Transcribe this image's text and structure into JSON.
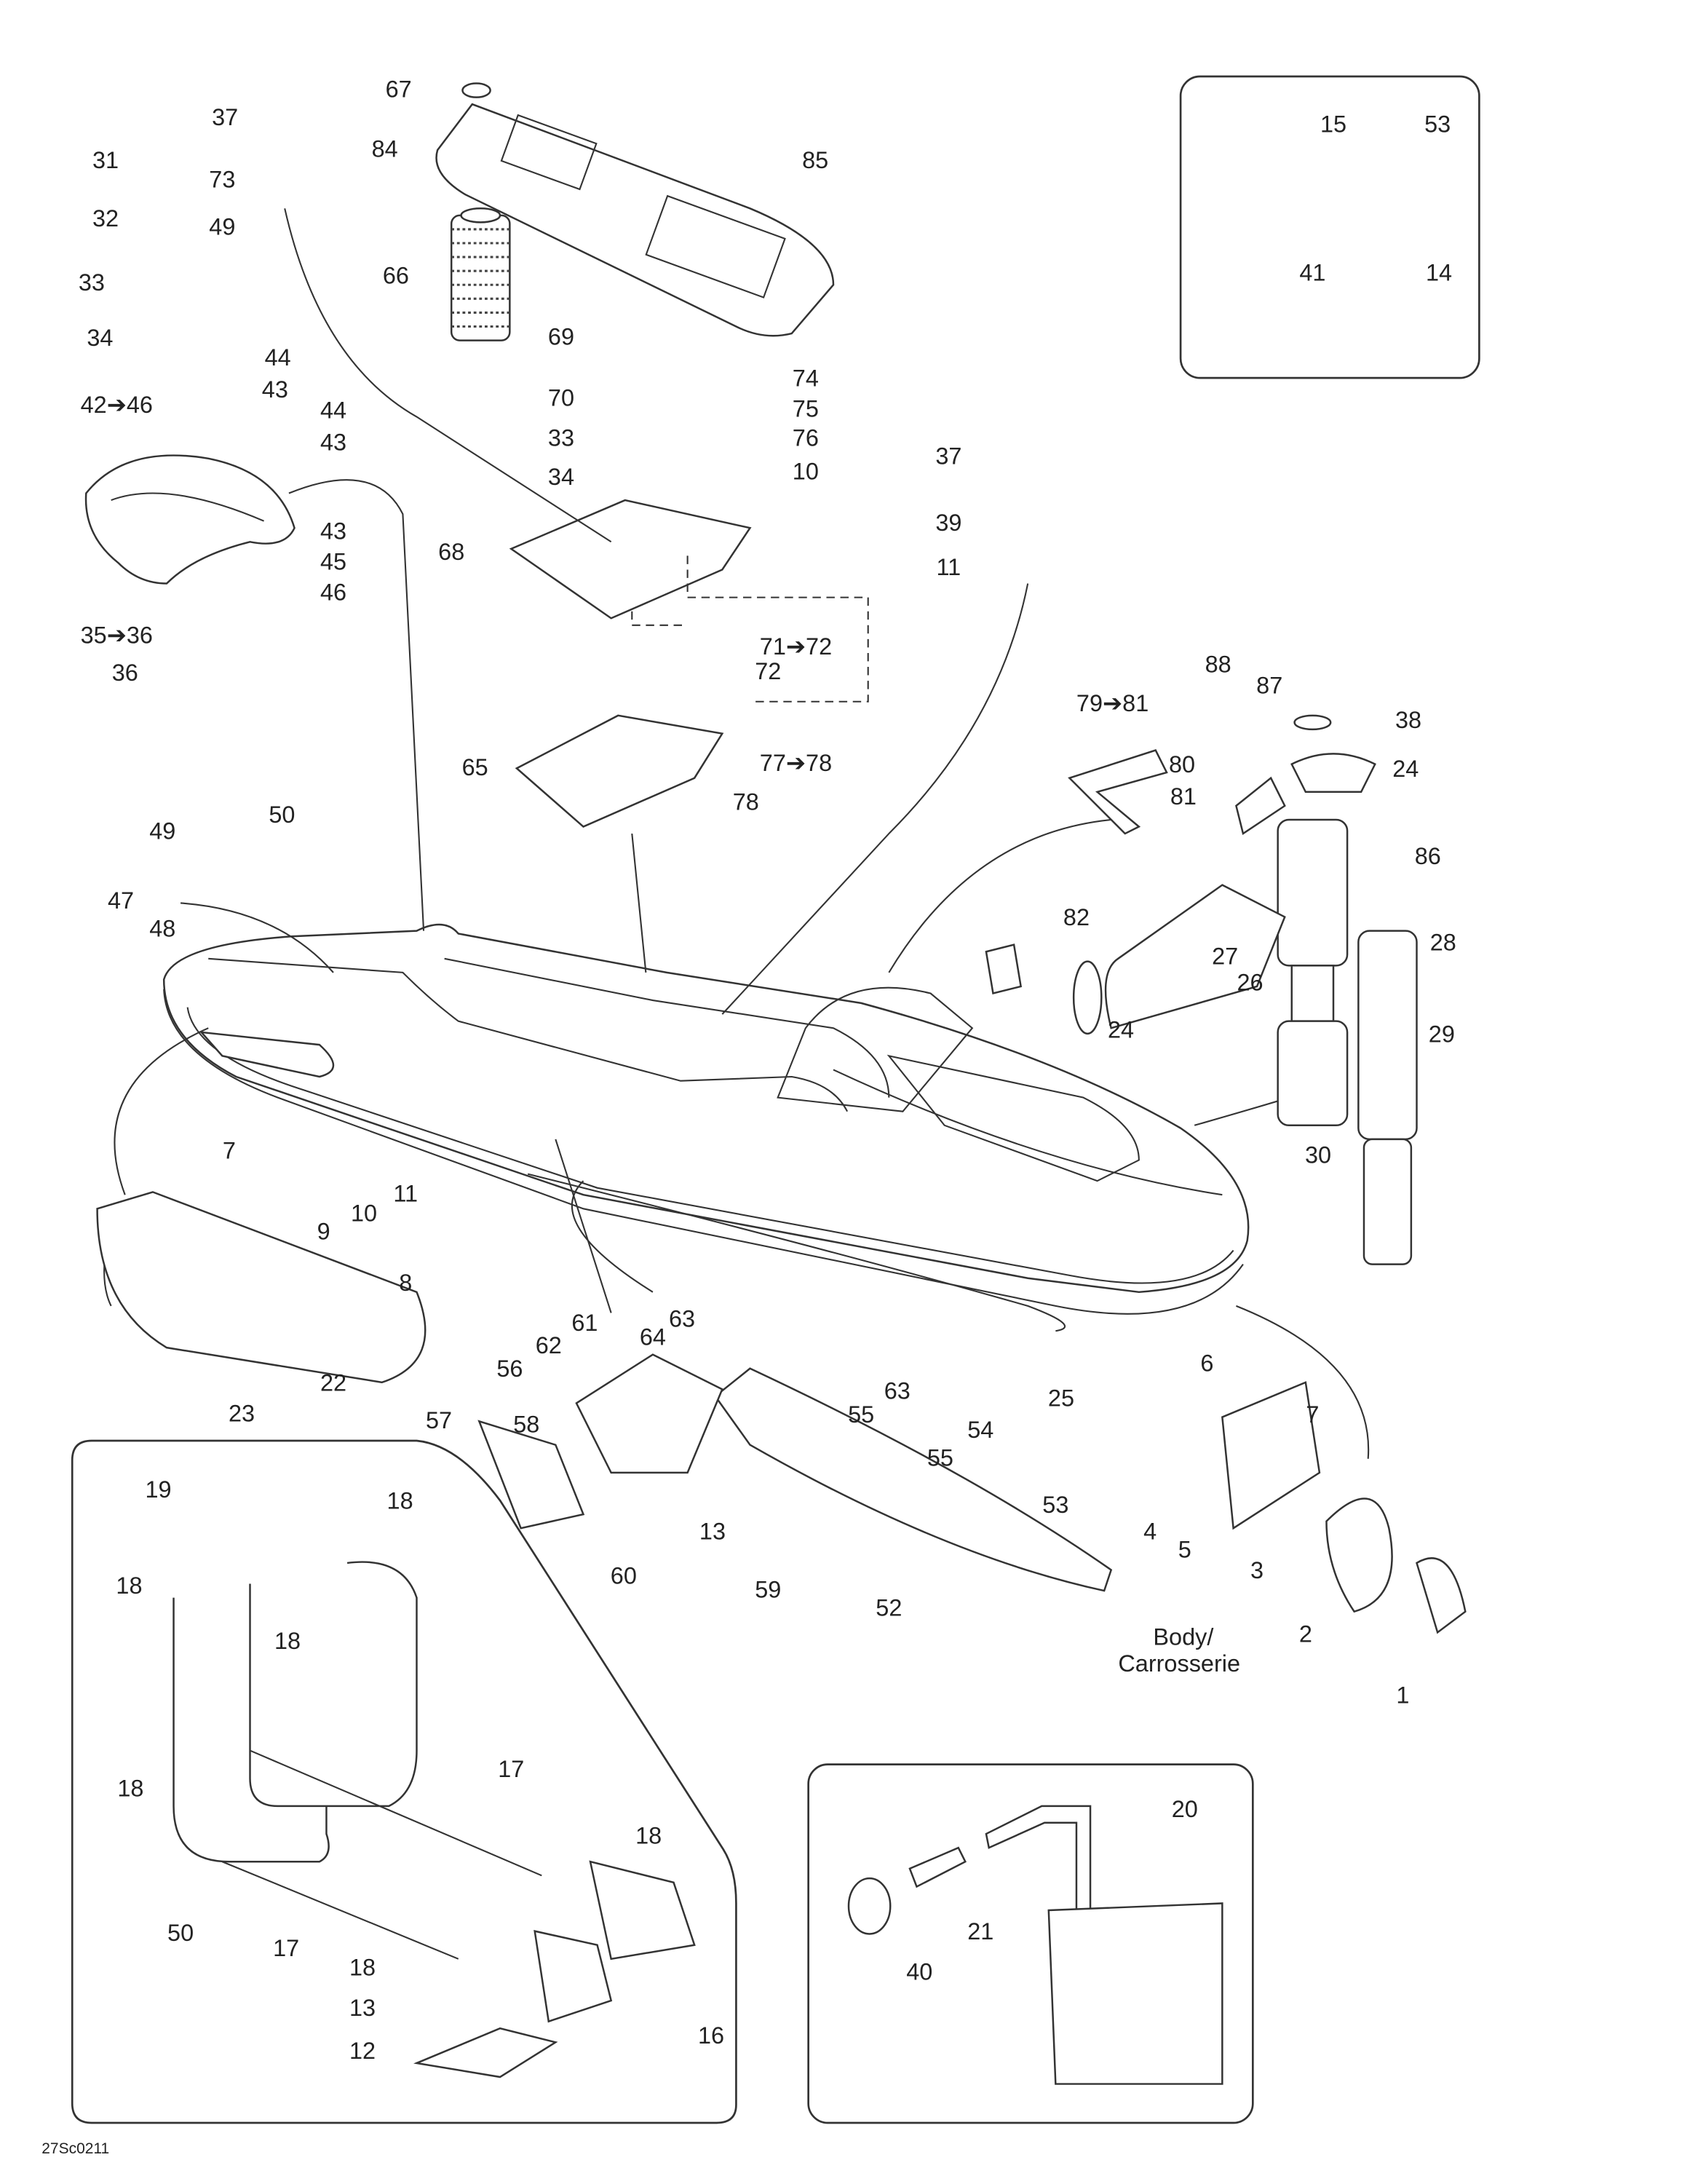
{
  "diagram": {
    "drawing_code": "27Sc0211",
    "callouts": [
      "67",
      "84",
      "37",
      "73",
      "49",
      "31",
      "32",
      "33",
      "34",
      "44",
      "43",
      "44",
      "43",
      "42➔46",
      "66",
      "85",
      "69",
      "70",
      "33",
      "34",
      "74",
      "75",
      "76",
      "10",
      "68",
      "43",
      "45",
      "46",
      "35➔36",
      "36",
      "71➔72",
      "72",
      "37",
      "39",
      "11",
      "15",
      "53",
      "41",
      "14",
      "88",
      "87",
      "79➔81",
      "38",
      "80",
      "24",
      "81",
      "86",
      "65",
      "77➔78",
      "78",
      "49",
      "50",
      "47",
      "48",
      "82",
      "27",
      "28",
      "26",
      "24",
      "29",
      "7",
      "11",
      "10",
      "9",
      "8",
      "22",
      "23",
      "30",
      "25",
      "61",
      "63",
      "62",
      "64",
      "56",
      "63",
      "55",
      "54",
      "55",
      "57",
      "58",
      "13",
      "60",
      "59",
      "52",
      "53",
      "6",
      "7",
      "4",
      "5",
      "3",
      "2",
      "1",
      "Body/",
      "Carrosserie",
      "19",
      "18",
      "18",
      "18",
      "17",
      "18",
      "18",
      "50",
      "17",
      "18",
      "13",
      "12",
      "16",
      "20",
      "21",
      "40"
    ]
  }
}
